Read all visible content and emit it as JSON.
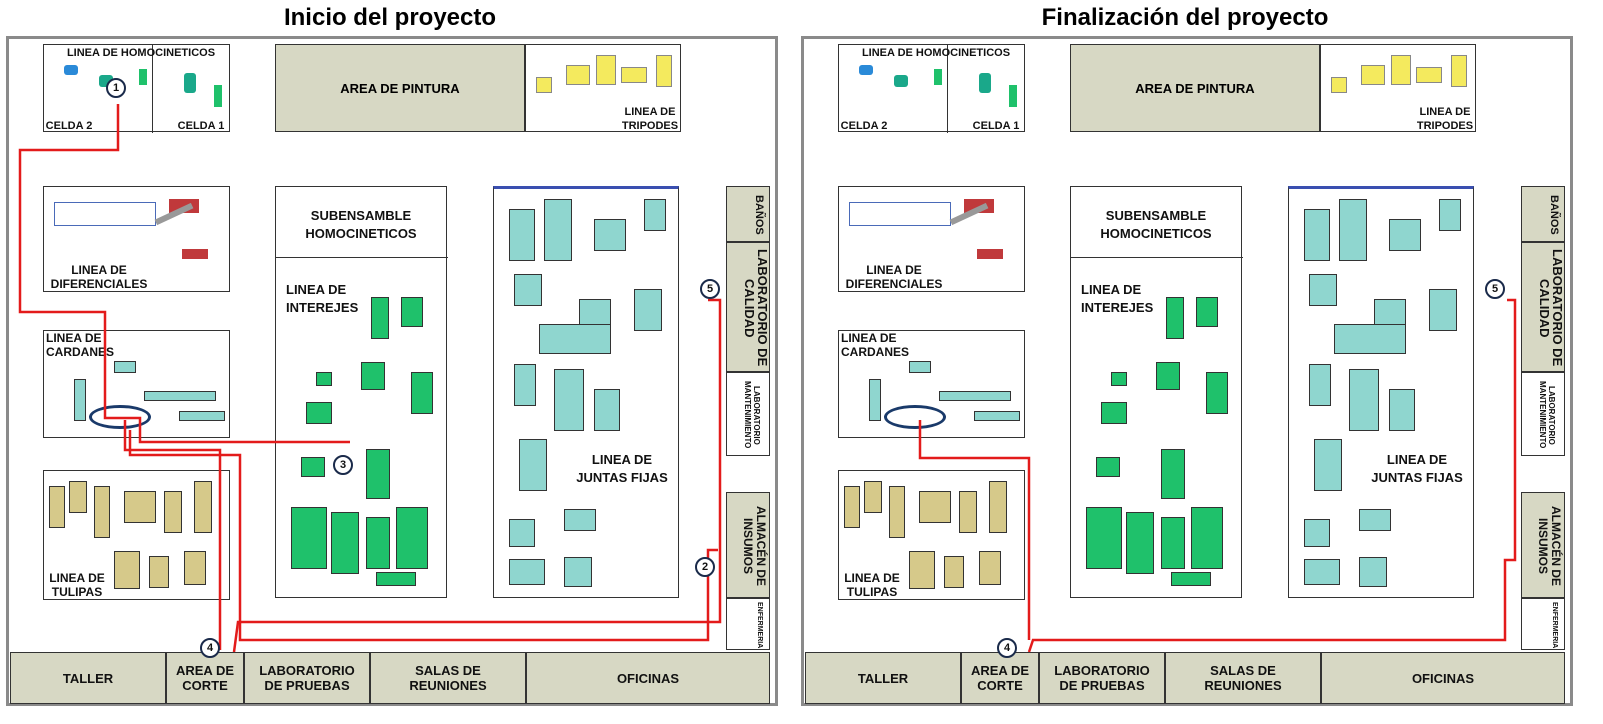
{
  "panels": [
    {
      "title": "Inicio del proyecto",
      "areas": {
        "homocineticos": "LINEA DE HOMOCINETICOS",
        "celda2": "CELDA 2",
        "celda1": "CELDA 1",
        "pintura": "AREA DE PINTURA",
        "tripodes": "LINEA DE TRIPODES",
        "diferenciales": "LINEA DE DIFERENCIALES",
        "subensamble": "SUBENSAMBLE HOMOCINETICOS",
        "interejes": "LINEA DE INTEREJES",
        "cardanes": "LINEA DE CARDANES",
        "juntas": "LINEA DE JUNTAS FIJAS",
        "tulipas": "LINEA DE TULIPAS",
        "banos": "BAÑOS",
        "lab_calidad": "LABORATORIO DE CALIDAD",
        "lab_mant": "LABORATORIO MANTENIMIENTO",
        "almacen": "ALMACÉN DE INSUMOS",
        "enfermeria": "ENFERMERIA",
        "taller": "TALLER",
        "corte": "AREA DE CORTE",
        "lab_pruebas": "LABORATORIO DE PRUEBAS",
        "salas": "SALAS DE REUNIONES",
        "oficinas": "OFICINAS"
      },
      "markers": [
        "1",
        "3",
        "5",
        "2",
        "4"
      ]
    },
    {
      "title": "Finalización del proyecto",
      "areas": {
        "homocineticos": "LINEA DE HOMOCINETICOS",
        "celda2": "CELDA 2",
        "celda1": "CELDA 1",
        "pintura": "AREA DE PINTURA",
        "tripodes": "LINEA DE TRIPODES",
        "diferenciales": "LINEA DE DIFERENCIALES",
        "subensamble": "SUBENSAMBLE HOMOCINETICOS",
        "interejes": "LINEA DE INTEREJES",
        "cardanes": "LINEA DE CARDANES",
        "juntas": "LINEA DE JUNTAS FIJAS",
        "tulipas": "LINEA DE TULIPAS",
        "banos": "BAÑOS",
        "lab_calidad": "LABORATORIO DE CALIDAD",
        "lab_mant": "LABORATORIO MANTENIMIENTO",
        "almacen": "ALMACÉN DE INSUMOS",
        "enfermeria": "ENFERMERIA",
        "taller": "TALLER",
        "corte": "AREA DE CORTE",
        "lab_pruebas": "LABORATORIO DE PRUEBAS",
        "salas": "SALAS DE REUNIONES",
        "oficinas": "OFICINAS"
      },
      "markers": [
        "5",
        "4"
      ]
    }
  ],
  "colors": {
    "flow_line": "#e31b1b",
    "machine_green": "#1fc16b",
    "machine_teal": "#8fd6cf",
    "machine_tan": "#d6c98a",
    "area_fill": "#d7d8c4"
  }
}
